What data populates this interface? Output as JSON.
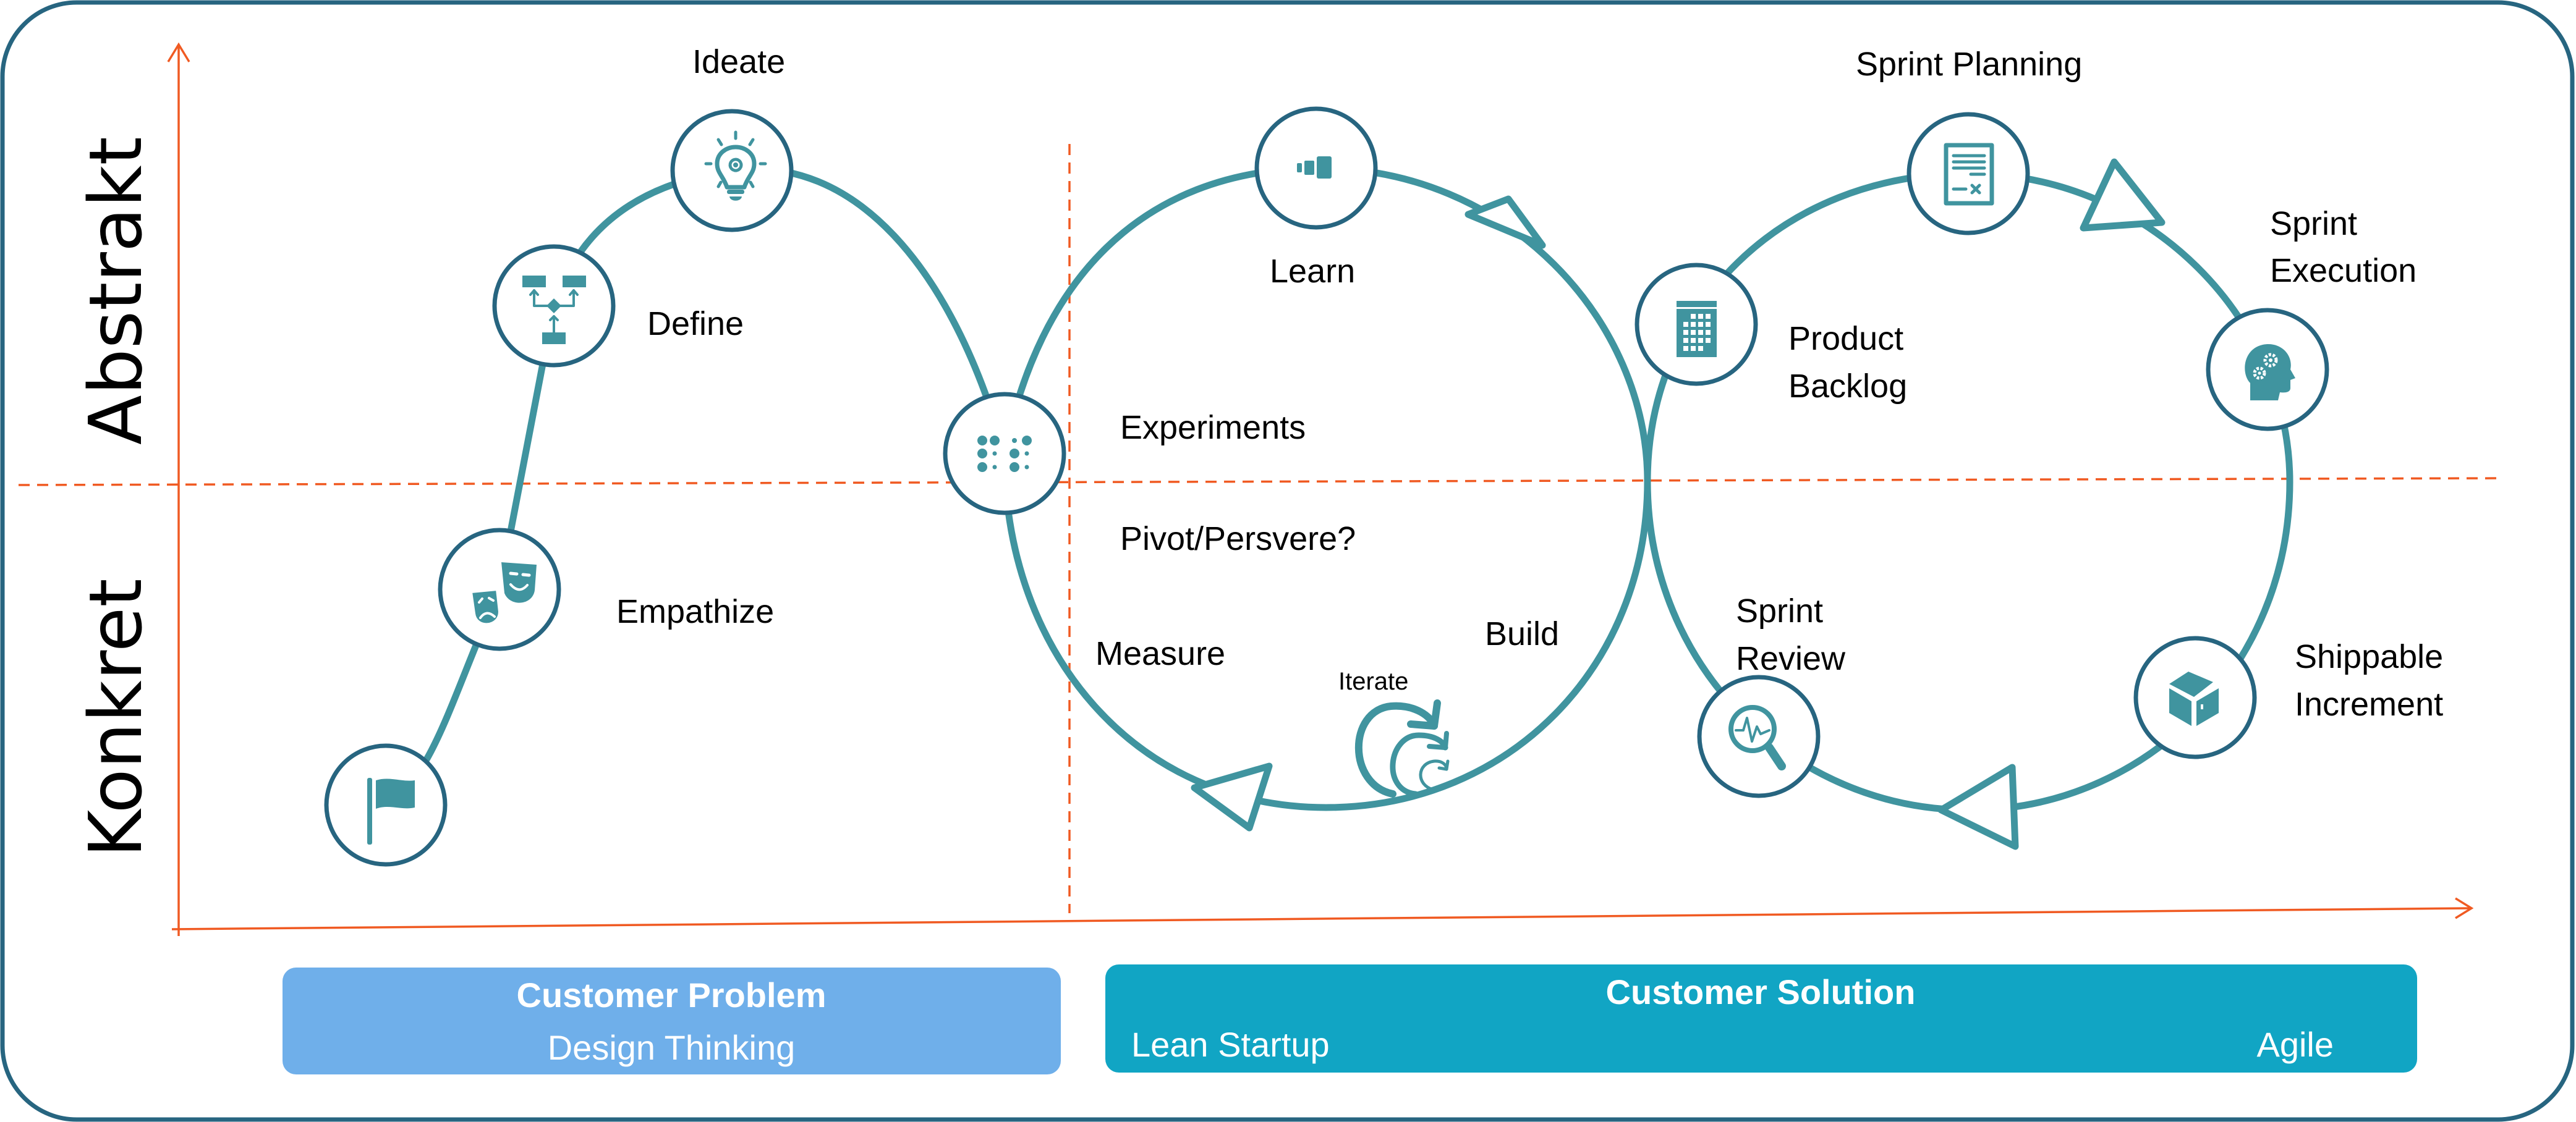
{
  "axes": {
    "y_upper_label": "Abstrakt",
    "y_lower_label": "Konkret"
  },
  "design_thinking": {
    "steps": [
      {
        "label": "Empathize",
        "icon": "theater-masks-icon"
      },
      {
        "label": "Define",
        "icon": "flowchart-icon"
      },
      {
        "label": "Ideate",
        "icon": "lightbulb-gear-icon"
      }
    ],
    "start_icon": "flag-icon"
  },
  "lean_startup": {
    "experiments": {
      "label": "Experiments",
      "icon": "dots-grid-icon"
    },
    "learn": {
      "label": "Learn",
      "icon": "bars-icon"
    },
    "pivot": "Pivot/Persvere?",
    "measure": "Measure",
    "build": "Build",
    "iterate": {
      "label": "Iterate",
      "icon": "iterate-spiral-icon"
    }
  },
  "agile": {
    "product_backlog": {
      "line1": "Product",
      "line2": "Backlog",
      "icon": "backlog-grid-icon"
    },
    "sprint_planning": {
      "label": "Sprint Planning",
      "icon": "document-icon"
    },
    "sprint_execution": {
      "line1": "Sprint",
      "line2": "Execution",
      "icon": "head-gears-icon"
    },
    "shippable_increment": {
      "line1": "Shippable",
      "line2": "Increment",
      "icon": "box-icon"
    },
    "sprint_review": {
      "line1": "Sprint",
      "line2": "Review",
      "icon": "magnifier-pulse-icon"
    }
  },
  "bottom": {
    "problem": {
      "title": "Customer Problem",
      "subtitle": "Design Thinking",
      "color": "#6FAFEA"
    },
    "solution": {
      "title": "Customer Solution",
      "left": "Lean Startup",
      "right": "Agile",
      "color": "#11A5C4"
    }
  },
  "colors": {
    "path": "#40949F",
    "ring": "#276580",
    "axis": "#F05A22",
    "frame": "#276580"
  }
}
